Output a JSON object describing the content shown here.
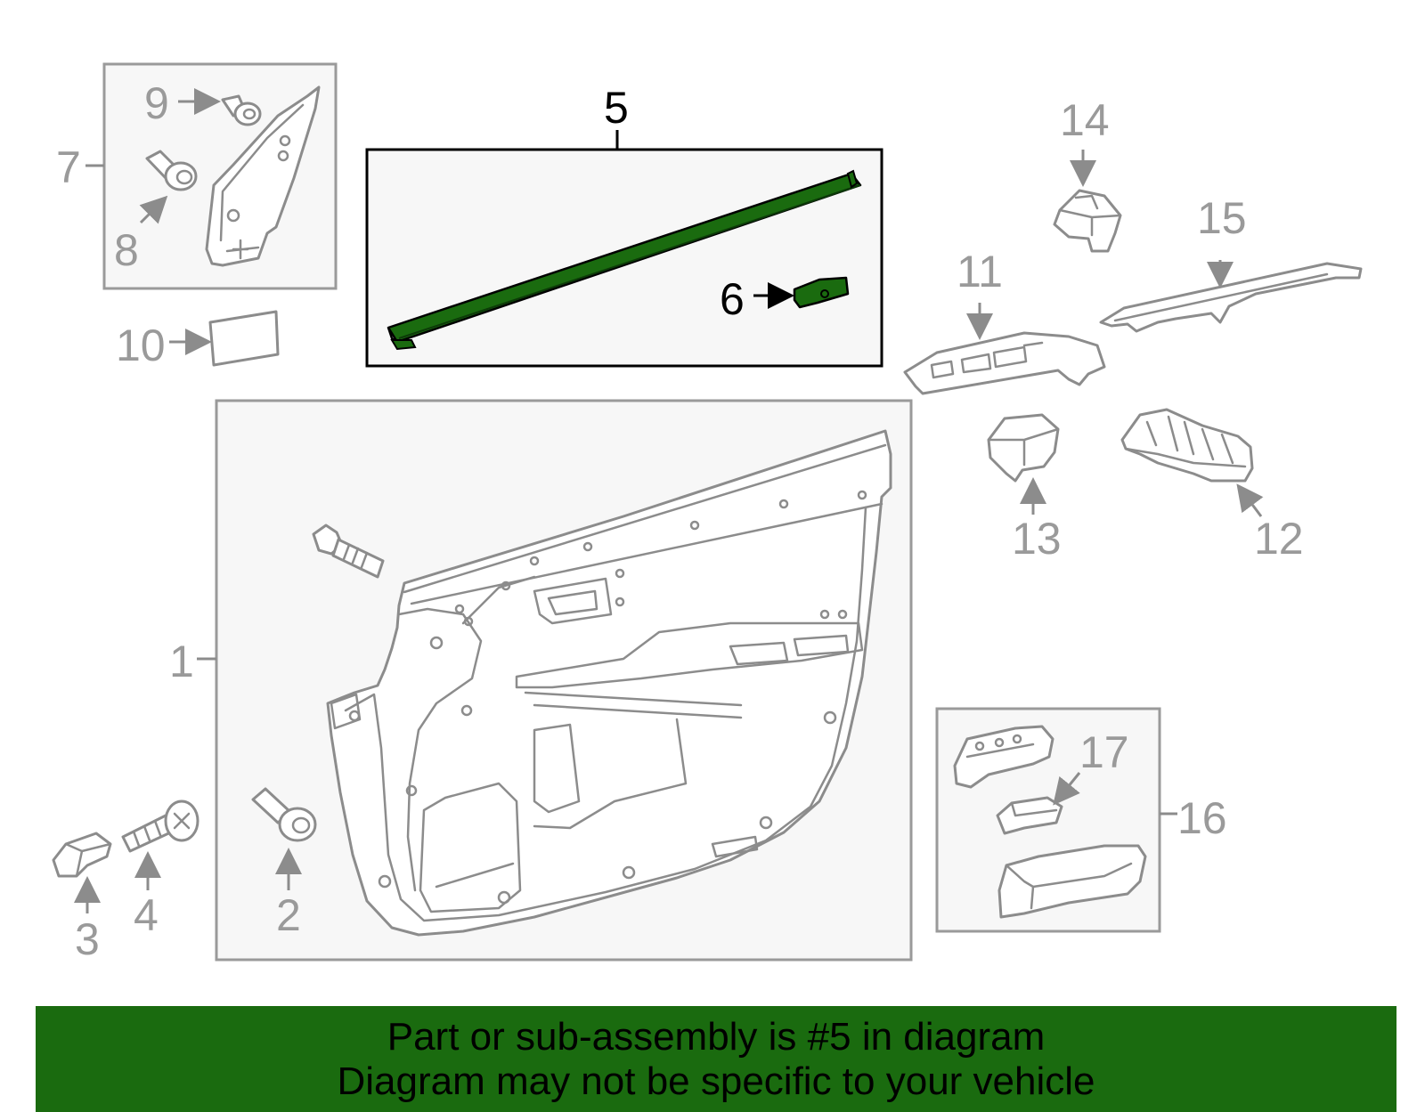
{
  "callouts": {
    "c1": "1",
    "c2": "2",
    "c3": "3",
    "c4": "4",
    "c5": "5",
    "c6": "6",
    "c7": "7",
    "c8": "8",
    "c9": "9",
    "c10": "10",
    "c11": "11",
    "c12": "12",
    "c13": "13",
    "c14": "14",
    "c15": "15",
    "c16": "16",
    "c17": "17"
  },
  "highlight": {
    "part": "5",
    "color": "#1a6b0f"
  },
  "banner": {
    "line1": "Part or sub-assembly is #5 in diagram",
    "line2": "Diagram may not be specific to your vehicle",
    "background": "#1a6b0f"
  }
}
